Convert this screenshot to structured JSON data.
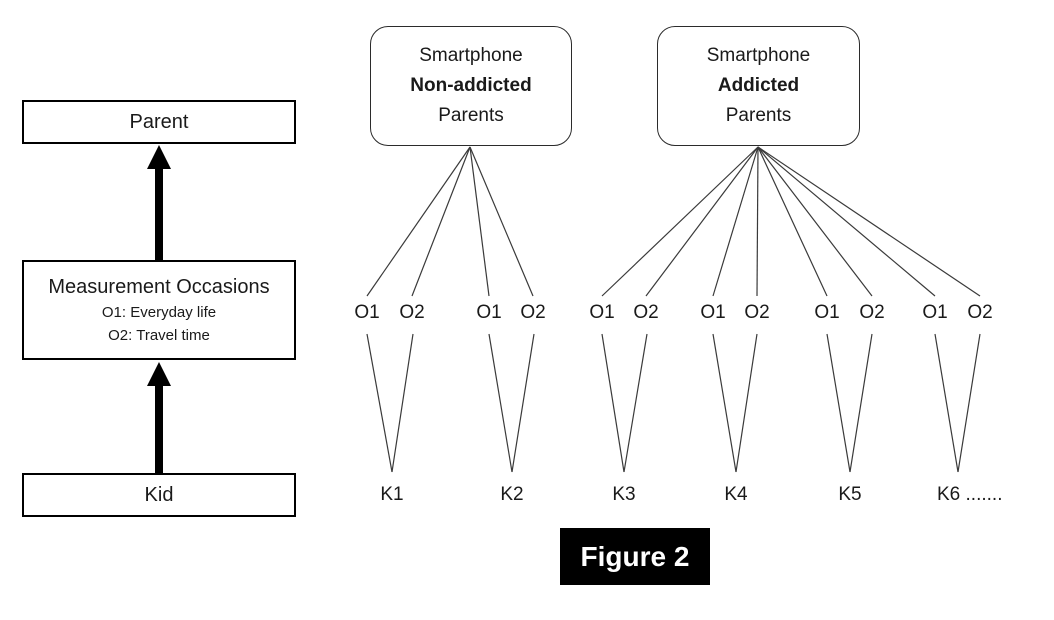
{
  "figure_caption": "Figure 2",
  "left_column": {
    "parent_label": "Parent",
    "measurement": {
      "title": "Measurement Occasions",
      "occasion_1": "O1: Everyday life",
      "occasion_2": "O2: Travel time"
    },
    "kid_label": "Kid"
  },
  "parent_groups": [
    {
      "line1": "Smartphone",
      "line2": "Non-addicted",
      "line3": "Parents"
    },
    {
      "line1": "Smartphone",
      "line2": "Addicted",
      "line3": "Parents"
    }
  ],
  "occasions": [
    "O1",
    "O2",
    "O1",
    "O2",
    "O1",
    "O2",
    "O1",
    "O2",
    "O1",
    "O2",
    "O1",
    "O2"
  ],
  "kids": [
    "K1",
    "K2",
    "K3",
    "K4",
    "K5",
    "K6 ......."
  ],
  "colors": {
    "ink": "#1a1a1a",
    "line": "#3a3a3a",
    "figure_bg": "#000000",
    "figure_fg": "#ffffff"
  }
}
